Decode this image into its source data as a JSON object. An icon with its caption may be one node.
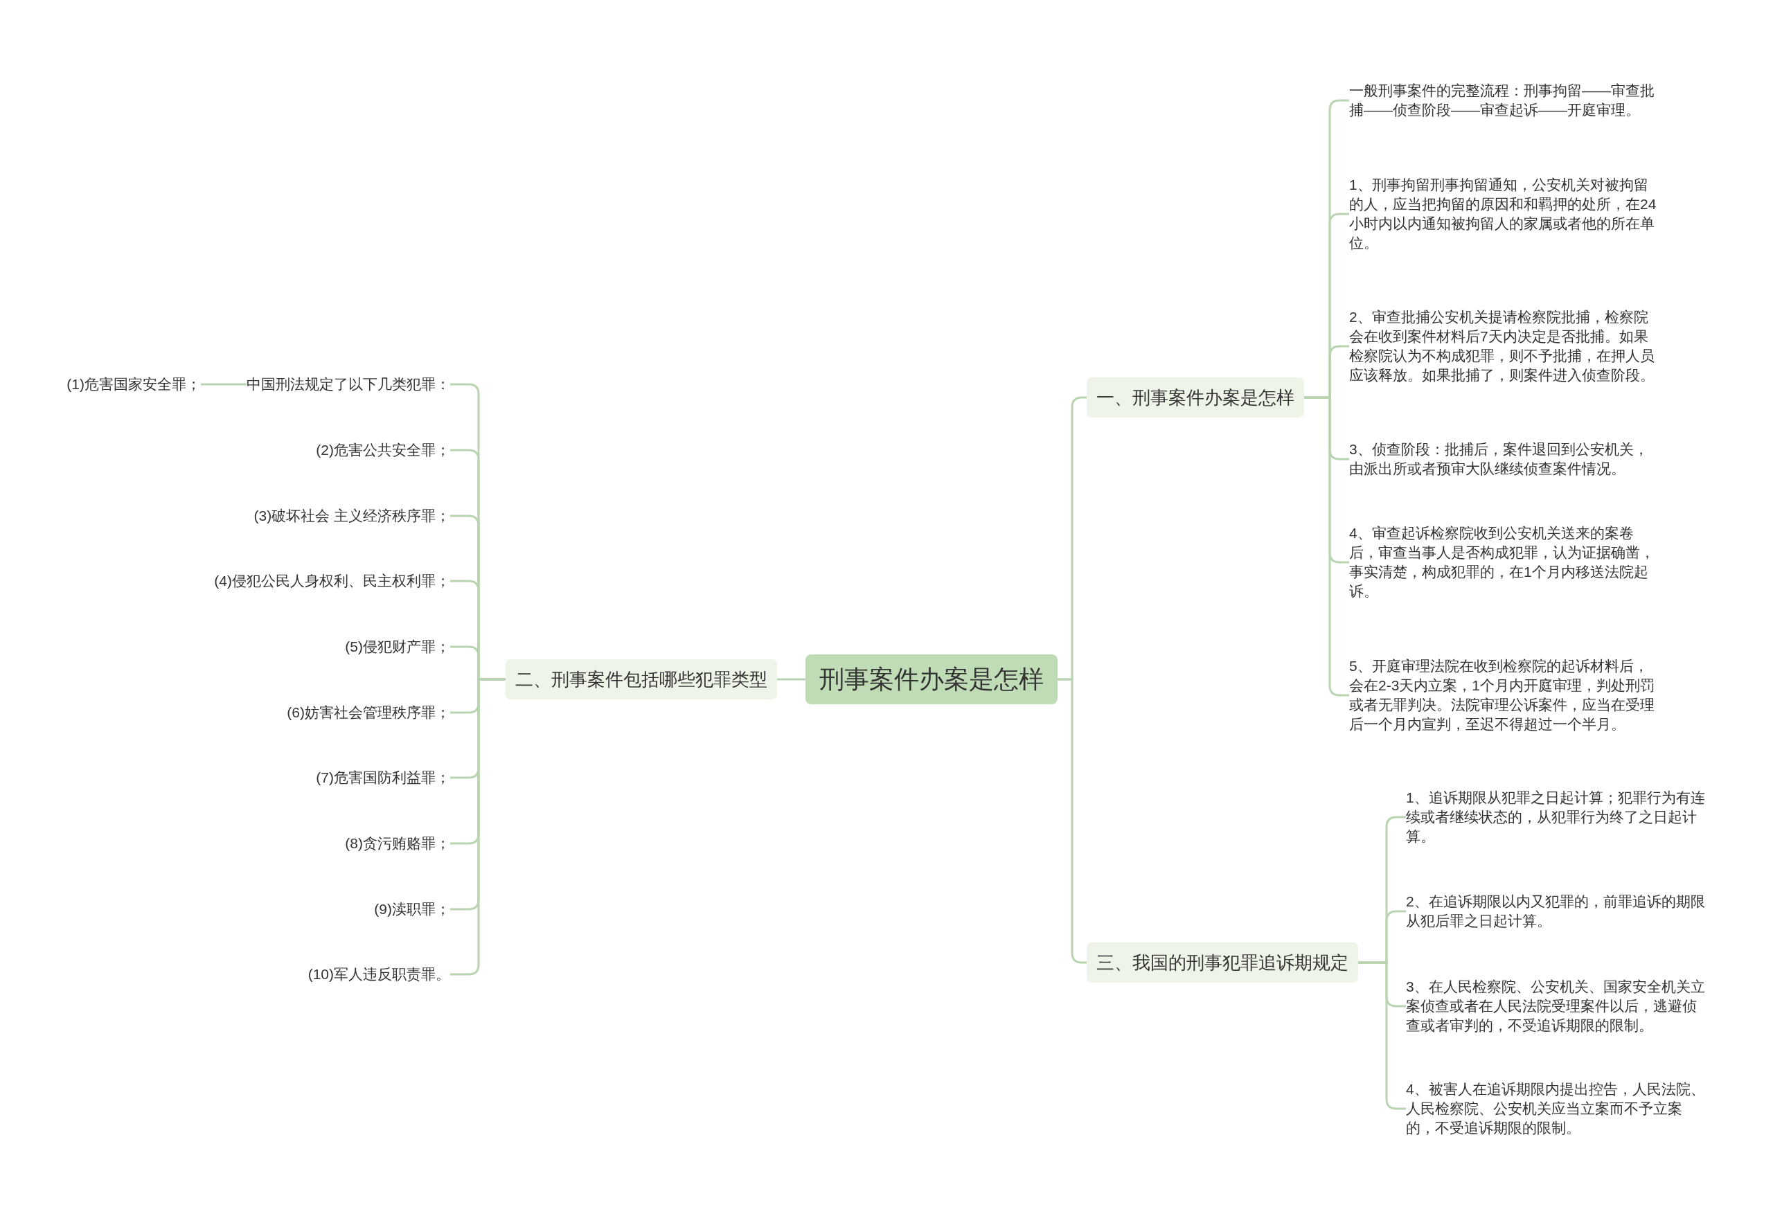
{
  "diagram": {
    "nodes": [
      {
        "text": [
          "刑事案件办案是怎样"
        ]
      },
      {
        "text": [
          "一、刑事案件办案是怎样"
        ]
      },
      {
        "text": [
          "一般刑事案件的完整流程：刑事拘留——审查批捕——侦查阶段——审查起诉——开庭审理。"
        ]
      },
      {
        "text": [
          "1、刑事拘留刑事拘留通知，公安机关对被拘留的人，应当把拘留的原因和和羁押的处所，在24小时内以内通知被拘留人的家属或者他的所在单位。"
        ]
      },
      {
        "text": [
          "2、审查批捕公安机关提请检察院批捕，检察院会在收到案件材料后7天内决定是否批捕。如果检察院认为不构成犯罪，则不予批捕，在押人员应该释放。如果批捕了，则案件进入侦查阶段。"
        ]
      },
      {
        "text": [
          "3、侦查阶段：批捕后，案件退回到公安机关，由派出所或者预审大队继续侦查案件情况。"
        ]
      },
      {
        "text": [
          "4、审查起诉检察院收到公安机关送来的案卷后，审查当事人是否构成犯罪，认为证据确凿，事实清楚，构成犯罪的，在1个月内移送法院起诉。"
        ]
      },
      {
        "text": [
          "5、开庭审理法院在收到检察院的起诉材料后，会在2-3天内立案，1个月内开庭审理，判处刑罚或者无罪判决。法院审理公诉案件，应当在受理后一个月内宣判，至迟不得超过一个半月。"
        ]
      },
      {
        "text": [
          "三、我国的刑事犯罪追诉期规定"
        ]
      },
      {
        "text": [
          "1、追诉期限从犯罪之日起计算；犯罪行为有连续或者继续状态的，从犯罪行为终了之日起计算。"
        ]
      },
      {
        "text": [
          "2、在追诉期限以内又犯罪的，前罪追诉的期限从犯后罪之日起计算。"
        ]
      },
      {
        "text": [
          "3、在人民检察院、公安机关、国家安全机关立案侦查或者在人民法院受理案件以后，逃避侦查或者审判的，不受追诉期限的限制。"
        ]
      },
      {
        "text": [
          "4、被害人在追诉期限内提出控告，人民法院、人民检察院、公安机关应当立案而不予立案的，不受追诉期限的限制。"
        ]
      },
      {
        "text": [
          "二、刑事案件包括哪些犯罪类型"
        ]
      },
      {
        "text": [
          "中国刑法规定了以下几类犯罪："
        ]
      },
      {
        "text": [
          "(2)危害公共安全罪；"
        ]
      },
      {
        "text": [
          "(3)破坏社会 主义经济秩序罪；"
        ]
      },
      {
        "text": [
          "(4)侵犯公民人身权利、民主权利罪；"
        ]
      },
      {
        "text": [
          "(5)侵犯财产罪；"
        ]
      },
      {
        "text": [
          "(6)妨害社会管理秩序罪；"
        ]
      },
      {
        "text": [
          "(7)危害国防利益罪；"
        ]
      },
      {
        "text": [
          "(8)贪污贿赂罪；"
        ]
      },
      {
        "text": [
          "(9)渎职罪；"
        ]
      },
      {
        "text": [
          "(10)军人违反职责罪。"
        ]
      },
      {
        "text": [
          "(1)危害国家安全罪；"
        ]
      }
    ],
    "edges": [
      {
        "from": 0,
        "to": 1,
        "arrow": "none"
      },
      {
        "from": 1,
        "to": 2,
        "arrow": "none"
      },
      {
        "from": 1,
        "to": 3,
        "arrow": "none"
      },
      {
        "from": 1,
        "to": 4,
        "arrow": "none"
      },
      {
        "from": 1,
        "to": 5,
        "arrow": "none"
      },
      {
        "from": 1,
        "to": 6,
        "arrow": "none"
      },
      {
        "from": 1,
        "to": 7,
        "arrow": "none"
      },
      {
        "from": 0,
        "to": 8,
        "arrow": "none"
      },
      {
        "from": 8,
        "to": 9,
        "arrow": "none"
      },
      {
        "from": 8,
        "to": 10,
        "arrow": "none"
      },
      {
        "from": 8,
        "to": 11,
        "arrow": "none"
      },
      {
        "from": 8,
        "to": 12,
        "arrow": "none"
      },
      {
        "from": 0,
        "to": 13,
        "arrow": "none"
      },
      {
        "from": 13,
        "to": 14,
        "arrow": "none"
      },
      {
        "from": 13,
        "to": 15,
        "arrow": "none"
      },
      {
        "from": 13,
        "to": 16,
        "arrow": "none"
      },
      {
        "from": 13,
        "to": 17,
        "arrow": "none"
      },
      {
        "from": 13,
        "to": 18,
        "arrow": "none"
      },
      {
        "from": 13,
        "to": 19,
        "arrow": "none"
      },
      {
        "from": 13,
        "to": 20,
        "arrow": "none"
      },
      {
        "from": 13,
        "to": 21,
        "arrow": "none"
      },
      {
        "from": 13,
        "to": 22,
        "arrow": "none"
      },
      {
        "from": 13,
        "to": 23,
        "arrow": "none"
      },
      {
        "from": 14,
        "to": 24,
        "arrow": "none"
      }
    ]
  }
}
